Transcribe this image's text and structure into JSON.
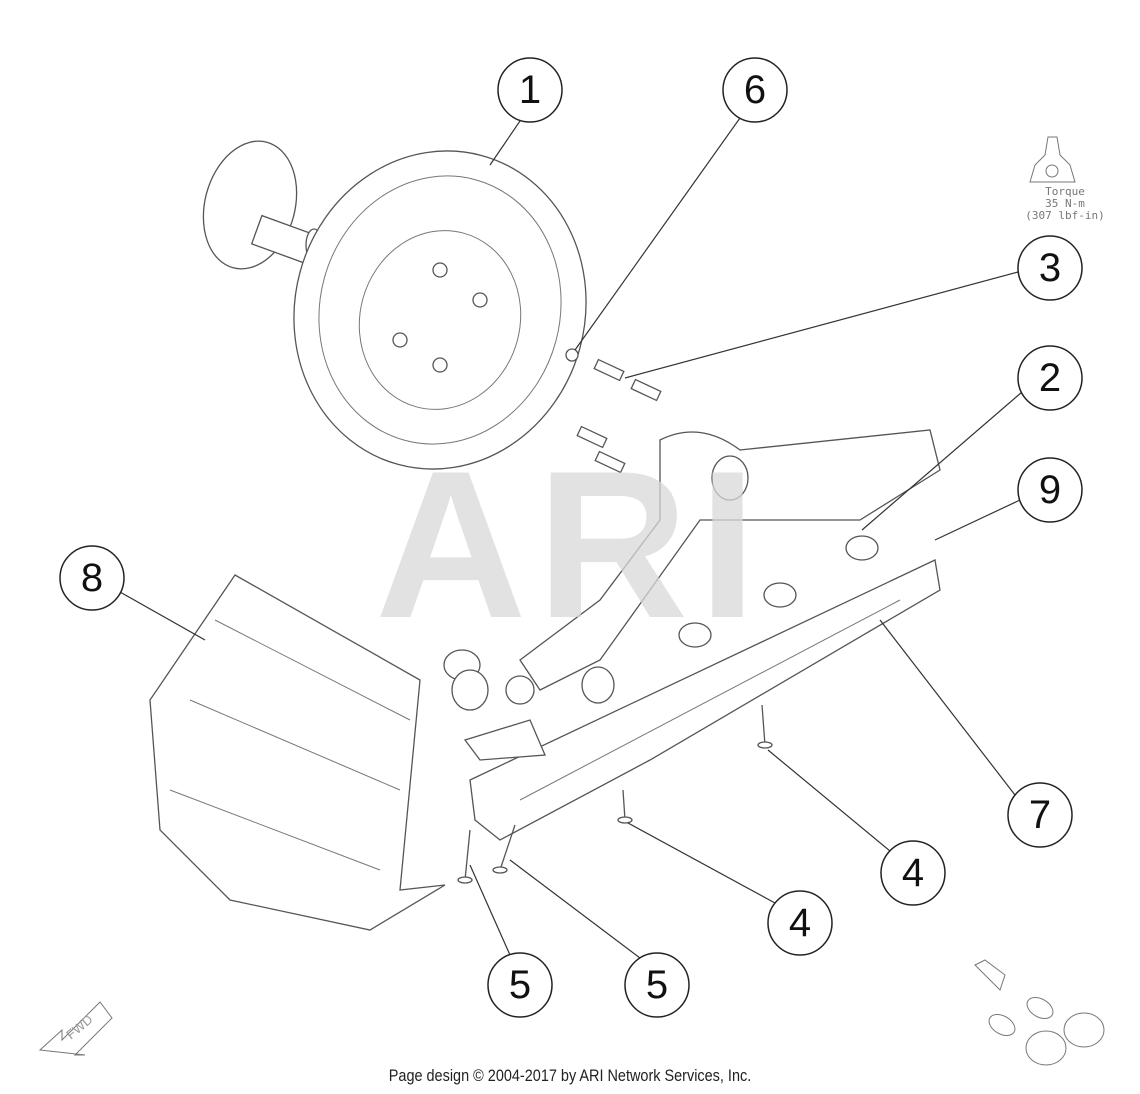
{
  "watermark": "ARI",
  "torque": {
    "label": "Torque",
    "metric": "35 N-m",
    "imperial": "(307 lbf-in)",
    "icon": "torque-bottle-icon"
  },
  "callouts": [
    "1",
    "6",
    "3",
    "2",
    "9",
    "8",
    "7",
    "4",
    "4",
    "5",
    "5"
  ],
  "fwd_label": "FWD",
  "footer": "Page design © 2004-2017 by ARI Network Services, Inc."
}
